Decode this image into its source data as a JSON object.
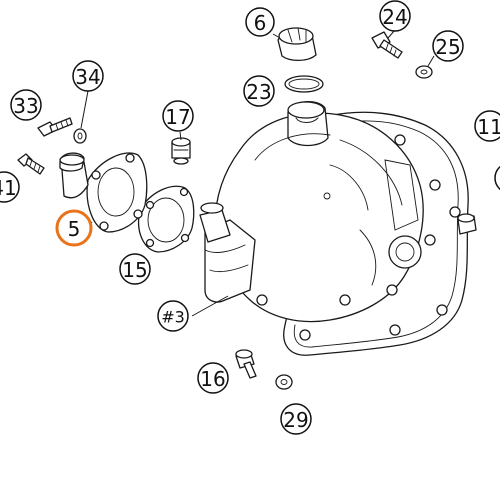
{
  "callouts": {
    "c6": {
      "label": "6"
    },
    "c24": {
      "label": "24"
    },
    "c25": {
      "label": "25"
    },
    "c34": {
      "label": "34"
    },
    "c33": {
      "label": "33"
    },
    "c17": {
      "label": "17"
    },
    "c23": {
      "label": "23"
    },
    "c11": {
      "label": "11"
    },
    "c41": {
      "label": "41"
    },
    "c5": {
      "label": "5"
    },
    "c15": {
      "label": "15"
    },
    "c3": {
      "label": "#3"
    },
    "c16": {
      "label": "16"
    },
    "c29": {
      "label": "29"
    }
  },
  "colors": {
    "highlight": "#e8731a",
    "line": "#1a1a1a",
    "background": "#ffffff"
  }
}
